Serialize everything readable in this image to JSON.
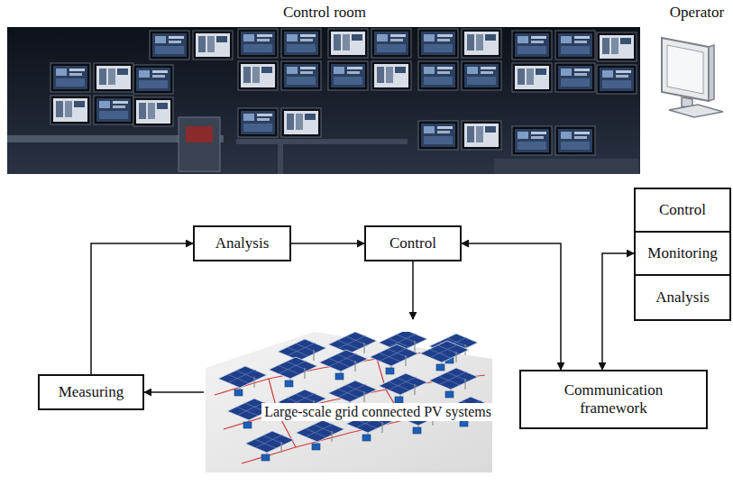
{
  "diagram": {
    "nodes": [
      {
        "text": [
          "Analysis"
        ]
      },
      {
        "text": [
          "Control"
        ]
      },
      {
        "text": [
          "Large-scale grid connected PV systems"
        ]
      },
      {
        "text": [
          "Measuring"
        ]
      },
      {
        "text": [
          "Control"
        ]
      },
      {
        "text": [
          "Monitoring"
        ]
      },
      {
        "text": [
          "Analysis"
        ]
      },
      {
        "text": [
          "Communication framework"
        ]
      }
    ],
    "edges": [
      {
        "from": 3,
        "to": 0,
        "arrow": "to"
      },
      {
        "from": 0,
        "to": 1,
        "arrow": "to"
      },
      {
        "from": 1,
        "to": 2,
        "arrow": "to"
      },
      {
        "from": 2,
        "to": 3,
        "arrow": "to"
      },
      {
        "from": 1,
        "to": 7,
        "arrow": "both"
      },
      {
        "from": 5,
        "to": 7,
        "arrow": "both"
      }
    ],
    "labels": [
      "Control room",
      "Operator"
    ]
  }
}
